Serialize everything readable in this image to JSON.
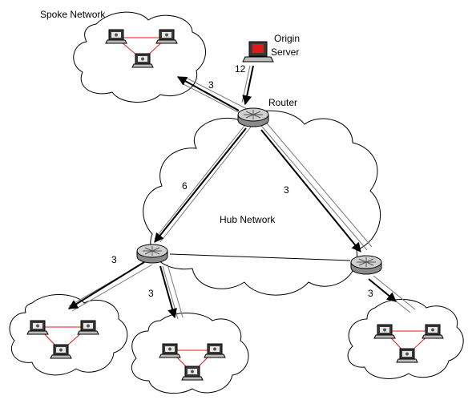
{
  "labels": {
    "spoke_network": "Spoke Network",
    "origin_server_line1": "Origin",
    "origin_server_line2": "Server",
    "router": "Router",
    "hub_network": "Hub Network"
  },
  "flows": {
    "server_to_router": "12",
    "router_to_spoke_top": "3",
    "router_to_left_router": "6",
    "router_to_right_router": "3",
    "left_router_to_spoke_bottom_left": "3",
    "left_router_to_spoke_bottom_mid": "3",
    "right_router_to_spoke_bottom_right": "3"
  },
  "icons": {
    "router": "router-icon",
    "computer": "laptop-icon",
    "server": "server-icon",
    "cloud": "cloud-shape"
  },
  "colors": {
    "lan_link": "#e01a1a",
    "server_screen": "#e01a1a"
  }
}
